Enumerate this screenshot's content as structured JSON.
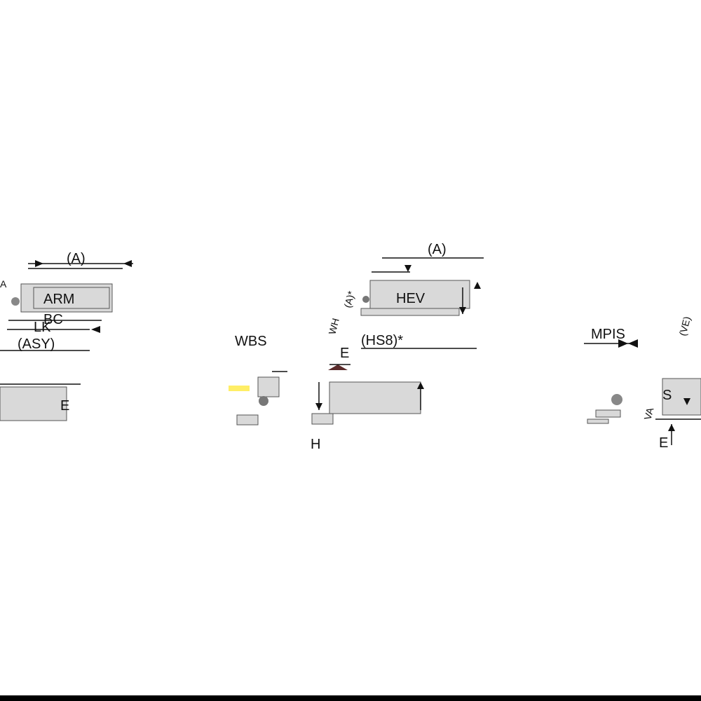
{
  "drawing": {
    "left_view": {
      "labels": [
        "(A)",
        "ARM",
        "BC",
        "LK",
        "(ASY)",
        "A",
        "E"
      ]
    },
    "center_view": {
      "labels": [
        "(A)",
        "HEV",
        "(HS8)*",
        "WBS",
        "WH",
        "(A)*",
        "E",
        "H"
      ]
    },
    "right_view": {
      "labels": [
        "MPIS",
        "(VE)",
        "VA",
        "S",
        "E"
      ]
    }
  },
  "colors": {
    "part_fill": "#d9d9d9",
    "line": "#111111",
    "frame_bar": "#000000"
  }
}
